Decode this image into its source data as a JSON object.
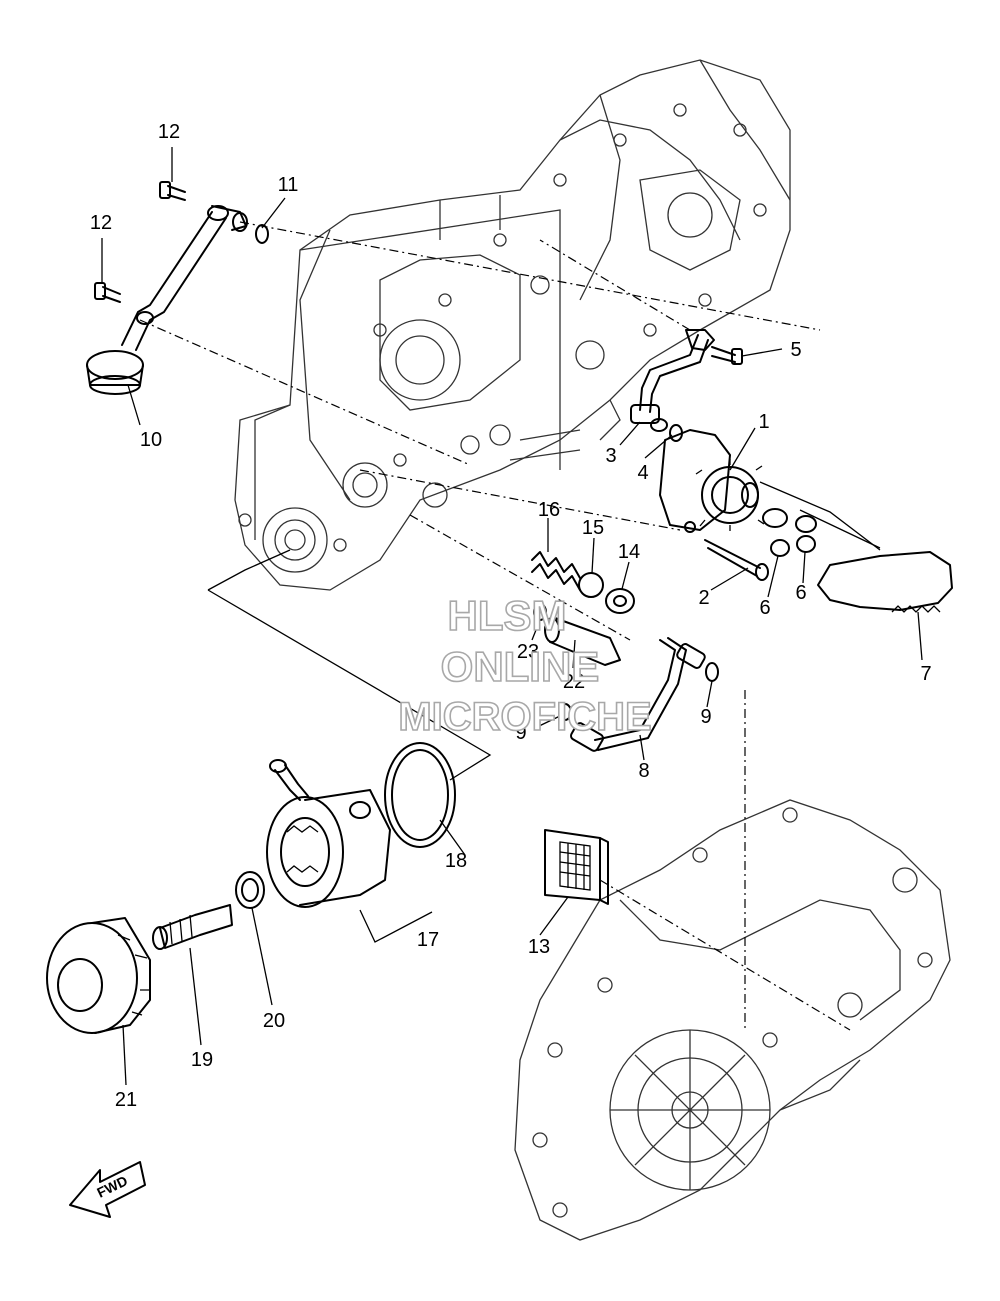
{
  "watermark": {
    "line1": "HLSM",
    "line2": "ONLINE",
    "line3": "MICROFICHE"
  },
  "fwd_label": "FWD",
  "callouts": [
    {
      "id": "1",
      "label": "1"
    },
    {
      "id": "2",
      "label": "2"
    },
    {
      "id": "3",
      "label": "3"
    },
    {
      "id": "4",
      "label": "4"
    },
    {
      "id": "5",
      "label": "5"
    },
    {
      "id": "6a",
      "label": "6"
    },
    {
      "id": "6b",
      "label": "6"
    },
    {
      "id": "7",
      "label": "7"
    },
    {
      "id": "8",
      "label": "8"
    },
    {
      "id": "9a",
      "label": "9"
    },
    {
      "id": "9b",
      "label": "9"
    },
    {
      "id": "10",
      "label": "10"
    },
    {
      "id": "11",
      "label": "11"
    },
    {
      "id": "12a",
      "label": "12"
    },
    {
      "id": "12b",
      "label": "12"
    },
    {
      "id": "13",
      "label": "13"
    },
    {
      "id": "14",
      "label": "14"
    },
    {
      "id": "15",
      "label": "15"
    },
    {
      "id": "16",
      "label": "16"
    },
    {
      "id": "17",
      "label": "17"
    },
    {
      "id": "18",
      "label": "18"
    },
    {
      "id": "19",
      "label": "19"
    },
    {
      "id": "20",
      "label": "20"
    },
    {
      "id": "21",
      "label": "21"
    },
    {
      "id": "22",
      "label": "22"
    },
    {
      "id": "23",
      "label": "23"
    }
  ]
}
